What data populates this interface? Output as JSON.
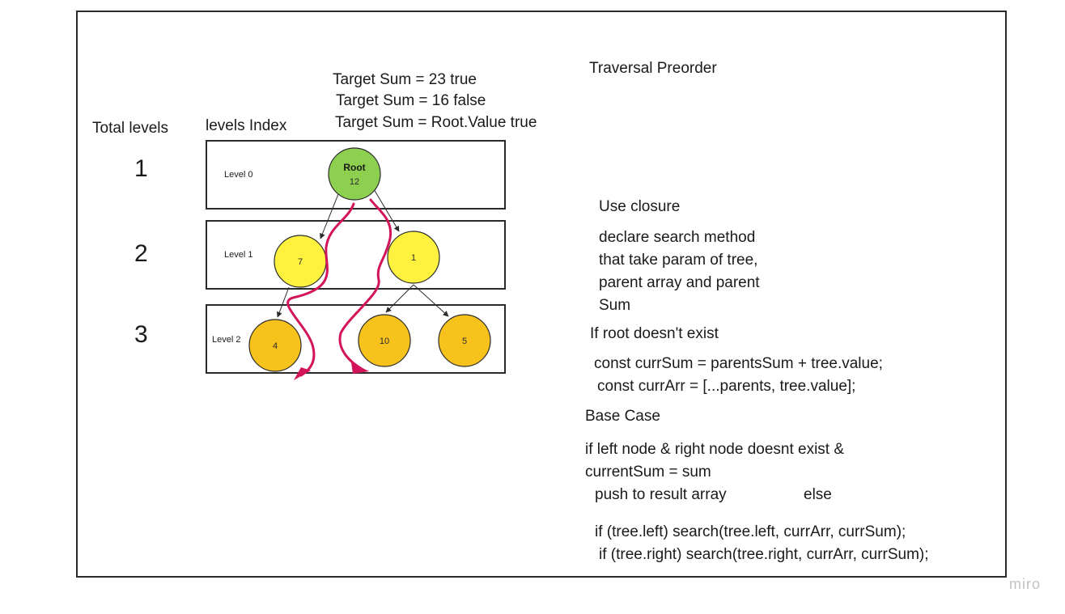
{
  "header": {
    "total_levels": "Total levels",
    "levels_index": "levels Index",
    "target_sum_lines": [
      "Target Sum = 23 true",
      "Target Sum = 16 false",
      "Target Sum = Root.Value true"
    ],
    "traversal": "Traversal Preorder"
  },
  "level_counts": [
    "1",
    "2",
    "3"
  ],
  "levels": [
    "Level 0",
    "Level 1",
    "Level 2"
  ],
  "nodes": {
    "root": {
      "title": "Root",
      "value": "12"
    },
    "n7": {
      "value": "7"
    },
    "n1": {
      "value": "1"
    },
    "n4": {
      "value": "4"
    },
    "n10": {
      "value": "10"
    },
    "n5": {
      "value": "5"
    }
  },
  "notes": {
    "use_closure": "Use closure",
    "declare": [
      "declare search method",
      "that take param of tree,",
      "parent array and parent",
      "Sum"
    ],
    "if_root": "If root doesn't exist",
    "curr_sum": "const currSum = parentsSum + tree.value;",
    "curr_arr": "const currArr = [...parents, tree.value];",
    "base_case": "Base Case",
    "if_left": "if left node & right node doesnt exist &",
    "current_sum": "currentSum = sum",
    "push": "push to result array",
    "else": "else",
    "left_search": "if (tree.left) search(tree.left, currArr, currSum);",
    "right_search": "if (tree.right) search(tree.right, currArr, currSum);"
  },
  "brand": "miro",
  "colors": {
    "root": "#8dd04f",
    "level1": "#fff23f",
    "level2": "#f8c21c",
    "path": "#d4145a",
    "stroke": "#2b2b2b"
  }
}
